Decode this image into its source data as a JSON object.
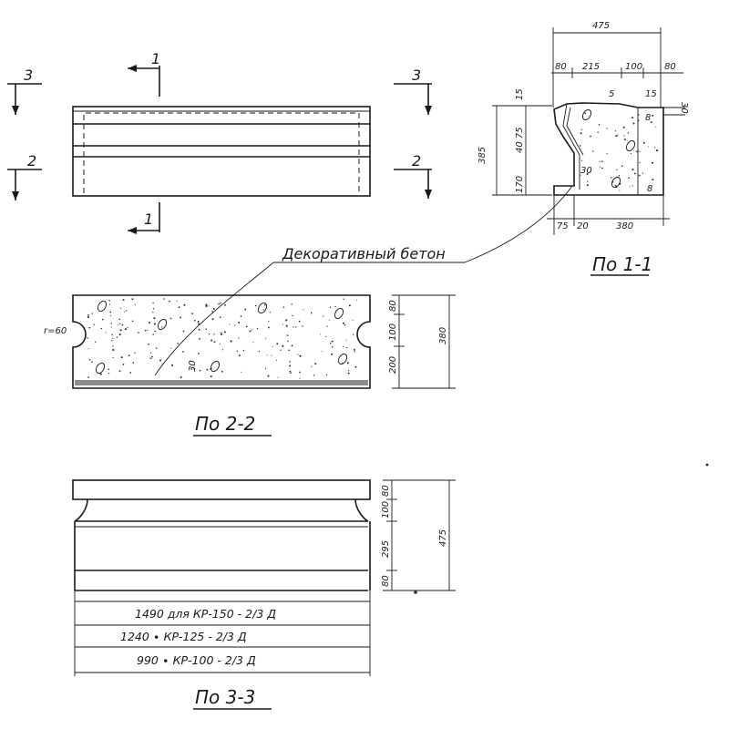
{
  "markers": {
    "cut1": "1",
    "cut2": "2",
    "cut3": "3"
  },
  "labels": {
    "decorative_concrete": "Декоративный бетон",
    "section_1_1": "По 1-1",
    "section_2_2": "По 2-2",
    "section_3_3": "По 3-3"
  },
  "dims_section_1_1": {
    "overall_width": "475",
    "top_80_left": "80",
    "top_215": "215",
    "top_100": "100",
    "top_80_right": "80",
    "top_5": "5",
    "top_15r": "15",
    "right_30": "30",
    "left_15": "15",
    "left_40_75": "40 75",
    "left_170": "170",
    "overall_height": "385",
    "angle_30": "30",
    "bottom_75": "75",
    "bottom_20": "20",
    "bottom_380": "380",
    "side_8": "8",
    "side_8b": "8"
  },
  "dims_section_2_2": {
    "radius": "r=60",
    "d80": "80",
    "d100": "100",
    "d200": "200",
    "d380": "380",
    "d30": "30"
  },
  "dims_section_3_3": {
    "d80_top": "80",
    "d100": "100",
    "d295": "295",
    "d80_bottom": "80",
    "d475": "475"
  },
  "length_rows": [
    {
      "text": "1490 для  КР-150 - 2/3 Д"
    },
    {
      "text": "1240  ∙   КР-125 - 2/3 Д"
    },
    {
      "text": "990   ∙  КР-100 - 2/3 Д"
    }
  ]
}
